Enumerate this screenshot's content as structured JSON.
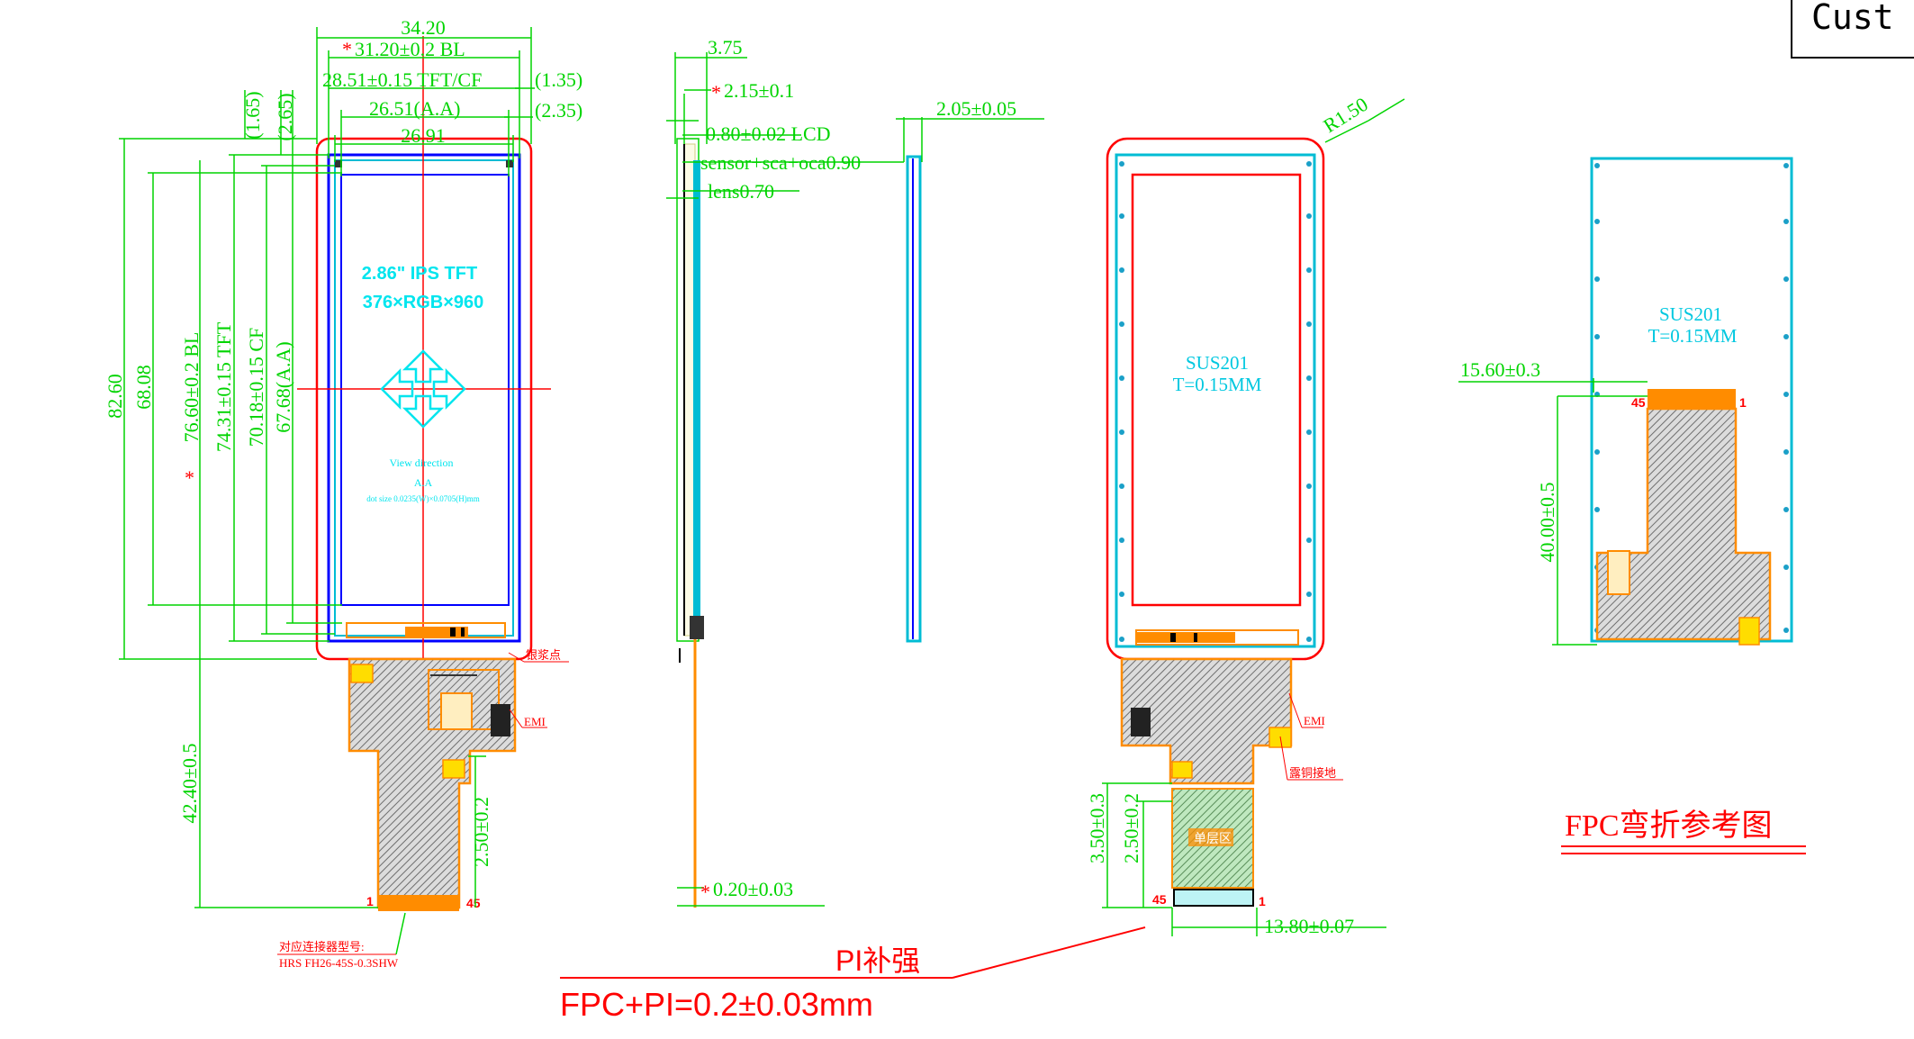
{
  "customer_box": {
    "label": "Cust"
  },
  "front_view": {
    "dims": {
      "w_total": "34.20",
      "w_bl": "31.20±0.2 BL",
      "w_tft": "28.51±0.15 TFT/CF",
      "w_tft_side": "(1.35)",
      "w_aa": "26.51(A.A)",
      "w_aa_side": "(2.35)",
      "w_inner": "26.91",
      "v_165": "(1.65)",
      "v_265": "(2.65)",
      "h_total": "82.60",
      "h_6808": "68.08",
      "h_bl": "76.60±0.2 BL",
      "h_tft": "74.31±0.15 TFT",
      "h_cf": "70.18±0.15 CF",
      "h_aa": "67.68(A.A)",
      "fpc_len": "42.40±0.5",
      "fpc_tab": "2.50±0.2"
    },
    "panel_text": {
      "line1": "2.86\" IPS TFT",
      "line2": "376×RGB×960",
      "view_dir": "View direction",
      "view_sub": "A.A",
      "dot_size": "dot size 0.0235(W)×0.0705(H)mm"
    },
    "star": "*",
    "fpc_pins": {
      "left": "1",
      "right": "45"
    },
    "callouts": {
      "emi": "EMI",
      "glue": "银浆点",
      "connector_title": "对应连接器型号:",
      "connector_model": "HRS FH26-45S-0.3SHW"
    }
  },
  "side_view": {
    "dims": {
      "t_total": "3.75",
      "t_215": "2.15±0.1",
      "t_lcd": "0.80±0.02 LCD",
      "t_sensor": "sensor+sca+oca0.90",
      "t_lens": "lens0.70",
      "t_fpc": "0.20±0.03",
      "t_205": "2.05±0.05"
    },
    "pi_label": "PI补强",
    "fpc_pi": "FPC+PI=0.2±0.03mm"
  },
  "back_view": {
    "radius": "R1.50",
    "sus": "SUS201",
    "thickness": "T=0.15MM",
    "dims": {
      "fpc_350": "3.50±0.3",
      "fpc_250": "2.50±0.2",
      "fpc_width": "13.80±0.07"
    },
    "pins": {
      "left": "45",
      "right": "1"
    },
    "callouts": {
      "emi": "EMI",
      "copper": "露铜接地",
      "single_layer": "单层区"
    }
  },
  "bent_view": {
    "sus": "SUS201",
    "thickness": "T=0.15MM",
    "dims": {
      "offset": "15.60±0.3",
      "fpc_len": "40.00±0.5"
    },
    "pins": {
      "left": "45",
      "right": "1"
    },
    "title": "FPC弯折参考图"
  },
  "colors": {
    "dim": "#00d400",
    "outline": "#ff0000",
    "frame": "#0000ff",
    "cyan": "#00b8e6",
    "fpc": "#ff8c00",
    "hatch": "#6e6e6e"
  }
}
